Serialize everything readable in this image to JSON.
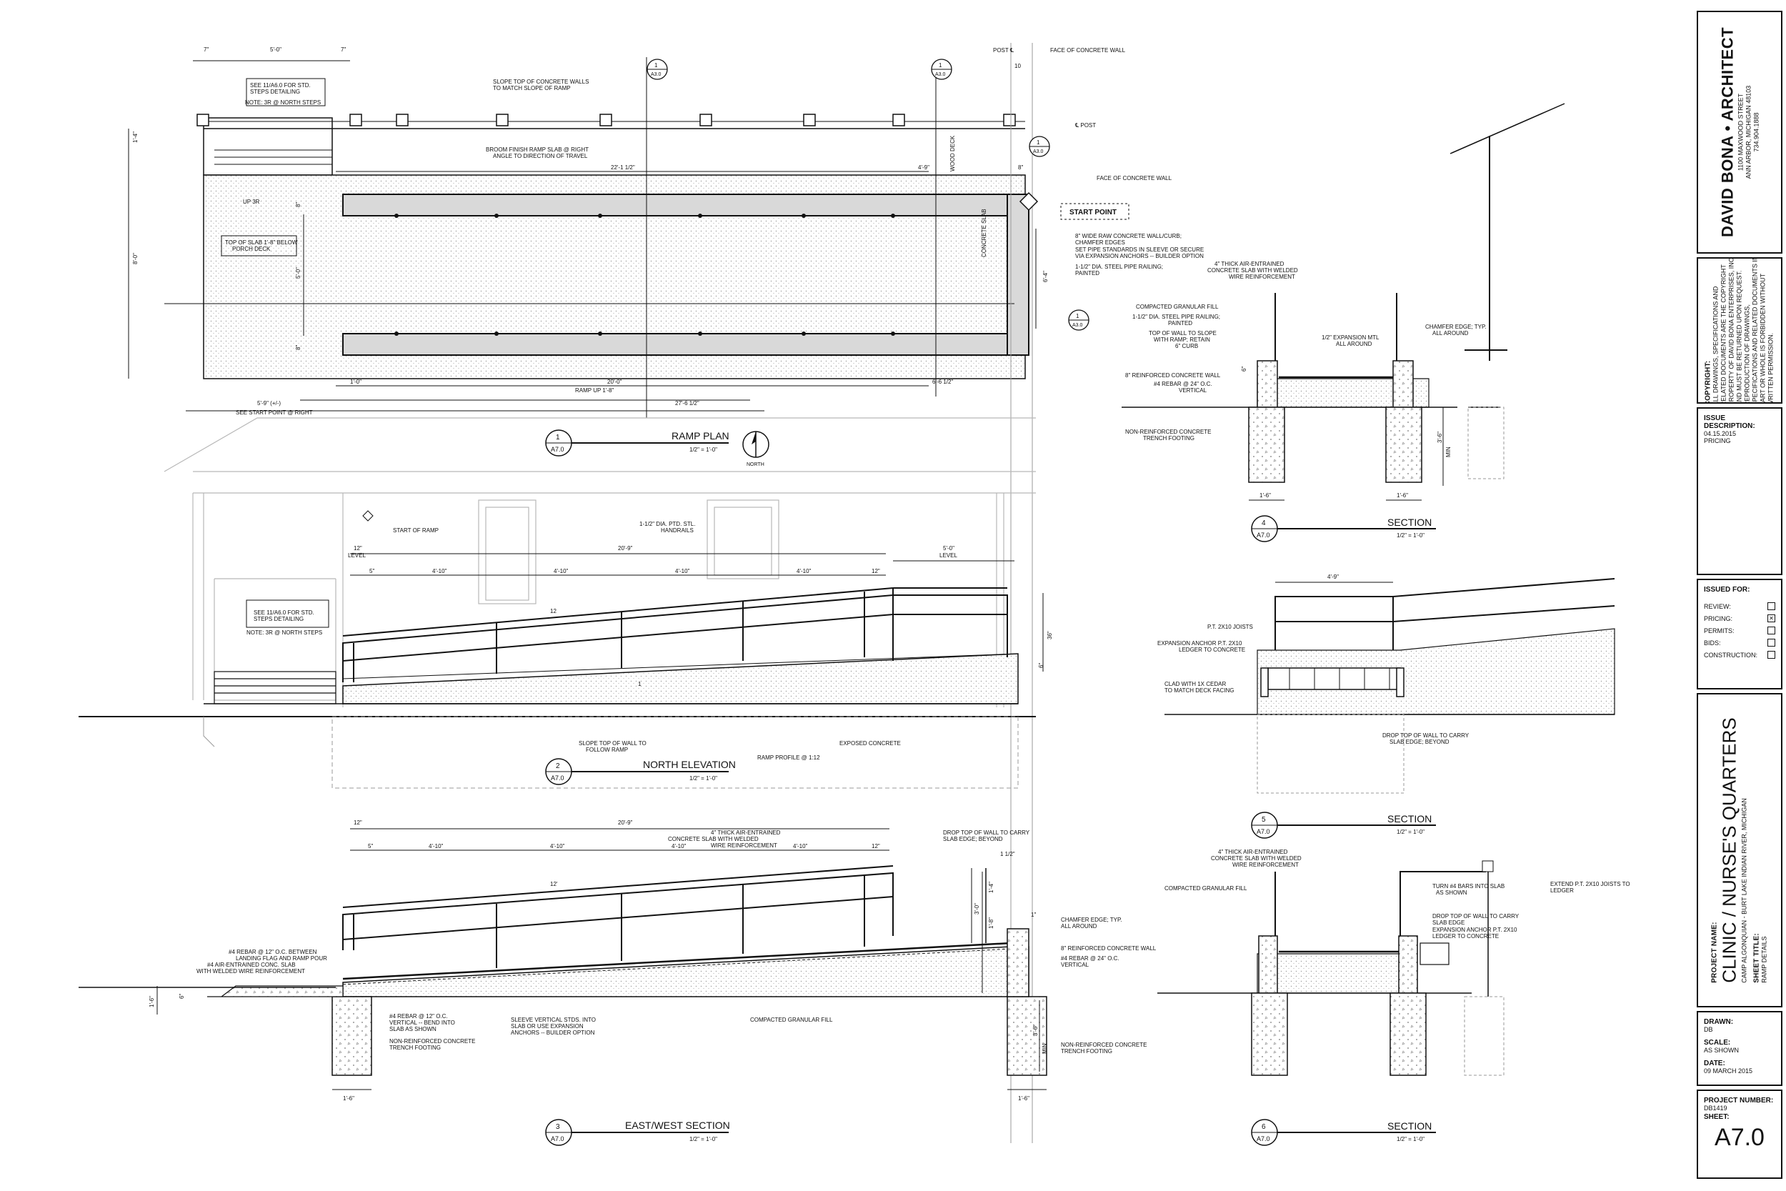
{
  "firm": {
    "name": "DAVID BONA • ARCHITECT",
    "address1": "1100 MAXWOOD STREET",
    "address2": "ANN ARBOR, MICHIGAN 48103",
    "phone": "734.904.1888"
  },
  "copyright": {
    "label": "COPYRIGHT:",
    "line1": "ALL DRAWINGS, SPECIFICATIONS AND",
    "line2": "RELATED DOCUMENTS ARE THE COPYRIGHT",
    "line3": "PROPERTY OF DAVID BONA ENTERPRISES, INC.",
    "line4": "AND MUST BE RETURNED UPON REQUEST.",
    "line5": "REPRODUCTION OF DRAWINGS,",
    "line6": "SPECIFICATIONS AND RELATED DOCUMENTS IN",
    "line7": "PART OR WHOLE IS FORBIDDEN WITHOUT",
    "line8": "WRITTEN PERMISSION."
  },
  "issue": {
    "label": "ISSUE DESCRIPTION:",
    "date": "04.15.2015",
    "desc": "PRICING"
  },
  "issued_for": {
    "label": "ISSUED FOR:",
    "items": [
      {
        "label": "REVIEW:",
        "mark": ""
      },
      {
        "label": "PRICING:",
        "mark": "✕"
      },
      {
        "label": "PERMITS:",
        "mark": ""
      },
      {
        "label": "BIDS:",
        "mark": ""
      },
      {
        "label": "CONSTRUCTION:",
        "mark": ""
      }
    ]
  },
  "project": {
    "label": "PROJECT NAME:",
    "name": "CLINIC / NURSE'S QUARTERS",
    "location": "CAMP ALGONQUIAN - BURT LAKE    INDIAN RIVER, MICHIGAN",
    "sheet_title_label": "SHEET TITLE:",
    "sheet_title": "RAMP DETAILS"
  },
  "drawn": {
    "label": "DRAWN:",
    "value": "DB"
  },
  "scale": {
    "label": "SCALE:",
    "value": "AS SHOWN"
  },
  "date": {
    "label": "DATE:",
    "value": "09 MARCH 2015"
  },
  "project_number": {
    "label": "PROJECT NUMBER:",
    "value": "DB1419"
  },
  "sheet": {
    "label": "SHEET:",
    "value": "A7.0"
  },
  "views": [
    {
      "num": "1",
      "sheet": "A7.0",
      "title": "RAMP PLAN",
      "scale": "1/2\" = 1'-0\""
    },
    {
      "num": "2",
      "sheet": "A7.0",
      "title": "NORTH ELEVATION",
      "scale": "1/2\" = 1'-0\""
    },
    {
      "num": "3",
      "sheet": "A7.0",
      "title": "EAST/WEST SECTION",
      "scale": "1/2\" = 1'-0\""
    },
    {
      "num": "4",
      "sheet": "A7.0",
      "title": "SECTION",
      "scale": "1/2\" = 1'-0\""
    },
    {
      "num": "5",
      "sheet": "A7.0",
      "title": "SECTION",
      "scale": "1/2\" = 1'-0\""
    },
    {
      "num": "6",
      "sheet": "A7.0",
      "title": "SECTION",
      "scale": "1/2\" = 1'-0\""
    }
  ],
  "north_label": "NORTH",
  "section_refs": [
    {
      "num": "1",
      "sheet": "A3.0"
    },
    {
      "num": "1",
      "sheet": "A3.0"
    },
    {
      "num": "1",
      "sheet": "A3.0"
    },
    {
      "num": "1",
      "sheet": "A3.0"
    }
  ],
  "plan_notes": {
    "see_steps": "SEE 11/A6.0 FOR STD.",
    "steps_detailing": "STEPS DETAILING",
    "note_3r": "NOTE: 3R @ NORTH STEPS",
    "slope_top_walls": "SLOPE TOP OF CONCRETE WALLS",
    "to_match_slope": "TO MATCH SLOPE OF RAMP",
    "broom_finish": "BROOM FINISH RAMP SLAB @ RIGHT",
    "angle_travel": "ANGLE TO DIRECTION OF TRAVEL",
    "up_3r": "UP 3R",
    "top_of_slab": "TOP OF SLAB 1'-8\" BELOW",
    "porch_deck": "PORCH DECK",
    "post_cl": "POST ℄",
    "face_wall_1": "FACE OF CONCRETE WALL",
    "post_cl_2": "℄ POST",
    "face_wall_2": "FACE OF CONCRETE WALL",
    "start_point": "START POINT",
    "wood_deck": "WOOD DECK",
    "concrete_slab": "CONCRETE SLAB",
    "wide_wall_1": "8\" WIDE RAW CONCRETE WALL/CURB;",
    "wide_wall_2": "CHAMFER EDGES",
    "set_pipe_1": "SET PIPE STANDARDS IN SLEEVE OR SECURE",
    "set_pipe_2": "VIA EXPANSION ANCHORS -- BUILDER OPTION",
    "pipe_rail_1": "1-1/2\" DIA. STEEL PIPE RAILING;",
    "pipe_rail_2": "PAINTED",
    "ramp_up": "RAMP UP 1'-8\"",
    "see_start": "SEE START POINT @ RIGHT"
  },
  "plan_dims": {
    "d7a": "7\"",
    "d5_0": "5'-0\"",
    "d7b": "7\"",
    "d10": "10",
    "d1_4": "1'-4\"",
    "d22_1": "22'-1 1/2\"",
    "d4_9": "4'-9\"",
    "d8a": "8\"",
    "d8_0": "8'-0\"",
    "d8b": "8\"",
    "d5_0v": "5'-0\"",
    "d6_4": "6'-4\"",
    "d8c": "8\"",
    "d1_0": "1'-0\"",
    "d20_0": "20'-0\"",
    "d6_6": "6'-6 1/2\"",
    "d5_9": "5'-9\" (+/-)",
    "d27_6": "27'-6 1/2\""
  },
  "elev_notes": {
    "start_ramp": "START OF RAMP",
    "handrails_1": "1-1/2\" DIA. PTD. STL.",
    "handrails_2": "HANDRAILS",
    "see_steps": "SEE 11/A6.0 FOR STD.",
    "steps_detailing": "STEPS DETAILING",
    "note_3r": "NOTE: 3R @ NORTH STEPS",
    "slope_top_1": "SLOPE TOP OF WALL TO",
    "slope_top_2": "FOLLOW RAMP",
    "ramp_profile": "RAMP PROFILE @ 1:12",
    "exposed": "EXPOSED CONCRETE",
    "level": "LEVEL"
  },
  "elev_dims": {
    "d12a": "12\"",
    "d20_9": "20'-9\"",
    "d5_0": "5'-0\"",
    "d5": "5\"",
    "d4_10a": "4'-10\"",
    "d4_10b": "4'-10\"",
    "d4_10c": "4'-10\"",
    "d4_10d": "4'-10\"",
    "d12b": "12\"",
    "d12": "12",
    "d36": "36\"",
    "d6": "6\"",
    "d1": "1"
  },
  "ew_notes": {
    "slab_1": "4\" THICK AIR-ENTRAINED",
    "slab_2": "CONCRETE SLAB WITH WELDED",
    "slab_3": "WIRE REINFORCEMENT",
    "drop_1": "DROP TOP OF WALL TO CARRY",
    "drop_2": "SLAB EDGE; BEYOND",
    "chamfer_1": "CHAMFER EDGE; TYP.",
    "chamfer_2": "ALL AROUND",
    "wall8": "8\" REINFORCED CONCRETE WALL",
    "rebar24_1": "#4 REBAR @ 24\" O.C.",
    "rebar24_2": "VERTICAL",
    "rebar12_1": "#4 REBAR @ 12\" O.C. BETWEEN",
    "rebar12_2": "LANDING FLAG AND RAMP POUR",
    "rebar12_3": "#4 AIR-ENTRAINED CONC. SLAB",
    "rebar12_4": "WITH WELDED WIRE REINFORCEMENT",
    "vert_1": "#4 REBAR @ 12\" O.C.",
    "vert_2": "VERTICAL -- BEND INTO",
    "vert_3": "SLAB AS SHOWN",
    "trench_1": "NON-REINFORCED CONCRETE",
    "trench_2": "TRENCH FOOTING",
    "sleeve_1": "SLEEVE VERTICAL STDS. INTO",
    "sleeve_2": "SLAB OR USE EXPANSION",
    "sleeve_3": "ANCHORS -- BUILDER OPTION",
    "granular": "COMPACTED GRANULAR FILL",
    "trench_3": "NON-REINFORCED CONCRETE",
    "trench_4": "TRENCH FOOTING"
  },
  "ew_dims": {
    "d12a": "12\"",
    "d20_9": "20'-9\"",
    "d5": "5\"",
    "d4_10a": "4'-10\"",
    "d4_10b": "4'-10\"",
    "d4_10c": "4'-10\"",
    "d4_10d": "4'-10\"",
    "d12b": "12\"",
    "d12": "12'",
    "d1_6a": "1'-6\"",
    "d1_6b": "1'-6\"",
    "d1_6c": "1'-6\"",
    "d6": "6\"",
    "d3_0": "3'-0\"",
    "d1_4": "1'-4\"",
    "d1_8": "1'-8\"",
    "d3_6": "3'-6\"",
    "min": "MIN",
    "d1": "1\"",
    "d1_1": "1 1/2\""
  },
  "s4_notes": {
    "slab_1": "4\" THICK AIR-ENTRAINED",
    "slab_2": "CONCRETE SLAB WITH WELDED",
    "slab_3": "WIRE REINFORCEMENT",
    "granular": "COMPACTED GRANULAR FILL",
    "pipe_1": "1-1/2\" DIA. STEEL PIPE RAILING;",
    "pipe_2": "PAINTED",
    "top_1": "TOP OF WALL TO SLOPE",
    "top_2": "WITH RAMP; RETAIN",
    "top_3": "6\" CURB",
    "wall8": "8\" REINFORCED CONCRETE WALL",
    "rebar_1": "#4 REBAR @ 24\" O.C.",
    "rebar_2": "VERTICAL",
    "exp_1": "1/2\" EXPANSION MTL",
    "exp_2": "ALL AROUND",
    "chamfer_1": "CHAMFER EDGE; TYP.",
    "chamfer_2": "ALL AROUND",
    "trench_1": "NON-REINFORCED CONCRETE",
    "trench_2": "TRENCH FOOTING",
    "d6": "6\"",
    "d3_6": "3'-6\"",
    "min": "MIN",
    "d1_6a": "1'-6\"",
    "d1_6b": "1'-6\""
  },
  "s5_notes": {
    "d4_9": "4'-9\"",
    "joists": "P.T. 2X10 JOISTS",
    "anchor_1": "EXPANSION ANCHOR P.T. 2X10",
    "anchor_2": "LEDGER TO CONCRETE",
    "clad_1": "CLAD WITH 1X CEDAR",
    "clad_2": "TO MATCH DECK FACING",
    "drop_1": "DROP TOP OF WALL TO CARRY",
    "drop_2": "SLAB EDGE; BEYOND"
  },
  "s6_notes": {
    "slab_1": "4\" THICK AIR-ENTRAINED",
    "slab_2": "CONCRETE SLAB WITH WELDED",
    "slab_3": "WIRE REINFORCEMENT",
    "granular": "COMPACTED GRANULAR FILL",
    "turn_1": "TURN #4 BARS INTO SLAB",
    "turn_2": "AS SHOWN",
    "drop_1": "DROP TOP OF WALL TO CARRY",
    "drop_2": "SLAB EDGE",
    "anchor_1": "EXPANSION ANCHOR P.T. 2X10",
    "anchor_2": "LEDGER TO CONCRETE",
    "extend_1": "EXTEND P.T. 2X10 JOISTS TO",
    "extend_2": "LEDGER"
  },
  "colors": {
    "ink": "#111111",
    "hatch": "#bfbfbf",
    "ghost": "#b8b8b8"
  }
}
